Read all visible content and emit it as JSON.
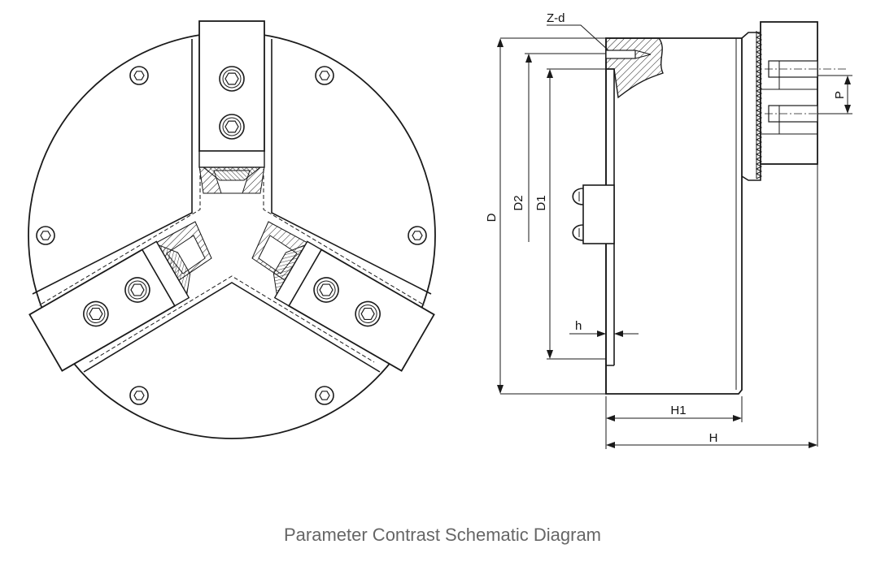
{
  "caption": "Parameter Contrast Schematic Diagram",
  "dimensions": {
    "zd": "Z-d",
    "d": "D",
    "d2": "D2",
    "d1": "D1",
    "h_small": "h",
    "h1": "H1",
    "h_total": "H",
    "p": "P"
  },
  "colors": {
    "line": "#1a1a1a",
    "caption": "#666666"
  }
}
